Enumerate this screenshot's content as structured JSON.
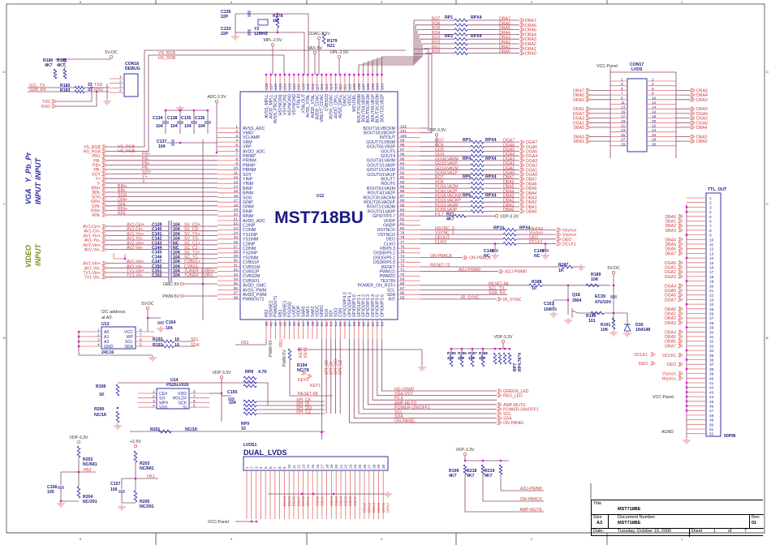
{
  "frame": {
    "cols": [
      "5",
      "4",
      "3",
      "2",
      "1"
    ],
    "rows": [
      "D",
      "C",
      "B"
    ]
  },
  "title_block": {
    "title_label": "Title",
    "title": "MST718BE",
    "size_label": "Size",
    "size": "A3",
    "docnum_label": "Document Number",
    "docnum": "MST718BE",
    "rev_label": "Rev",
    "rev": "01",
    "date_label": "Date:",
    "date": "Tuesday, October 10, 2006",
    "sheet_label": "Sheet",
    "sheet": "1",
    "of_label": "of",
    "sheet_total": "7"
  },
  "chip": {
    "ref": "U12",
    "part": "MST718BU",
    "left_pins": [
      [
        "1",
        "AVSS_ADC"
      ],
      [
        "2",
        "VMID"
      ],
      [
        "3",
        "VCLAMP"
      ],
      [
        "4",
        "VRM"
      ],
      [
        "5",
        "VRP"
      ],
      [
        "6",
        "AVDD_ADC"
      ],
      [
        "7",
        "PRINP"
      ],
      [
        "8",
        "PRINM"
      ],
      [
        "9",
        "PBINP"
      ],
      [
        "10",
        "PBINM"
      ],
      [
        "11",
        "SOY"
      ],
      [
        "12",
        "YINP"
      ],
      [
        "13",
        "YINM"
      ],
      [
        "14",
        "BINP"
      ],
      [
        "15",
        "BINM"
      ],
      [
        "16",
        "SOG"
      ],
      [
        "17",
        "GINP"
      ],
      [
        "18",
        "GINM"
      ],
      [
        "19",
        "RINP"
      ],
      [
        "20",
        "RINM"
      ],
      [
        "21",
        "AVDD_ADC"
      ],
      [
        "22",
        "C1INP"
      ],
      [
        "23",
        "C1INM"
      ],
      [
        "24",
        "YS1INP"
      ],
      [
        "25",
        "YS1INM"
      ],
      [
        "26",
        "C2INP"
      ],
      [
        "27",
        "C2INM"
      ],
      [
        "28",
        "YS2INP"
      ],
      [
        "29",
        "YS2INM"
      ],
      [
        "30",
        "CVBS1P"
      ],
      [
        "31",
        "CVBS1M"
      ],
      [
        "32",
        "CVBS2P"
      ],
      [
        "33",
        "CVBS2M"
      ],
      [
        "34",
        "CVBSO1"
      ],
      [
        "35",
        "AVDD_GMC"
      ],
      [
        "36",
        "AVSS_PWM"
      ],
      [
        "37",
        "AVDD_PWM"
      ],
      [
        "38",
        "PWMOUT2"
      ]
    ],
    "right_pins": [
      [
        "102",
        "BOUT1/LVBCKM"
      ],
      [
        "101",
        "BOUT0/LVBCKP"
      ],
      [
        "100",
        "INTOUT"
      ],
      [
        "99",
        "GOUT7/LVB3M"
      ],
      [
        "98",
        "GOUT6/LVB3P"
      ],
      [
        "97",
        "GOUT5"
      ],
      [
        "96",
        "GOUT4"
      ],
      [
        "95",
        "GOUT3/LVA0M"
      ],
      [
        "94",
        "GOUT2/LVA0P"
      ],
      [
        "93",
        "GOUT1/LVA1M"
      ],
      [
        "92",
        "GOUT0/LVA1P"
      ],
      [
        "91",
        "ROUT7"
      ],
      [
        "90",
        "ROUT6"
      ],
      [
        "89",
        "ROUT5/LVA2M"
      ],
      [
        "88",
        "ROUT4/LVA2P"
      ],
      [
        "87",
        "ROUT3/LVACKM"
      ],
      [
        "86",
        "ROUT2/LVACKP"
      ],
      [
        "85",
        "ROUT1/LVA3M"
      ],
      [
        "84",
        "ROUT0/LVA3P"
      ],
      [
        "83",
        "GPIO7/P3.7"
      ],
      [
        "82",
        "VDDP"
      ],
      [
        "81",
        "GNDP"
      ],
      [
        "80",
        "HSYNCO"
      ],
      [
        "79",
        "VSYNCO"
      ],
      [
        "78",
        "DEO"
      ],
      [
        "77",
        "CLKO"
      ],
      [
        "76",
        "FB/P5.3"
      ],
      [
        "75",
        "OSDB/P5.2"
      ],
      [
        "74",
        "OSDG/P5.1"
      ],
      [
        "73",
        "OSDR/P5.0"
      ],
      [
        "72",
        "RESET"
      ],
      [
        "71",
        "PWM1D"
      ],
      [
        "70",
        "PWM2D"
      ],
      [
        "69",
        "TESTIN"
      ],
      [
        "68",
        "POWER_ON_RSTn"
      ],
      [
        "67",
        "SCL"
      ],
      [
        "66",
        "SDA"
      ],
      [
        "65",
        "INT"
      ]
    ],
    "top_pins": [
      [
        "128",
        "AVSS_MPLL"
      ],
      [
        "127",
        "AVDD_MPLL"
      ],
      [
        "126",
        "AVSS_PSCPLL"
      ],
      [
        "125",
        "HSYNCIN1"
      ],
      [
        "124",
        "VSYNCIN1"
      ],
      [
        "123",
        "HSYNCIN2"
      ],
      [
        "122",
        "VSYNCIN2"
      ],
      [
        "121",
        "XTALIN"
      ],
      [
        "120",
        "XTALOUT"
      ],
      [
        "119",
        "AVSS_XTAL"
      ],
      [
        "118",
        "AVDD_XTAL"
      ],
      [
        "117",
        "AVDD_CDAC"
      ],
      [
        "116",
        "VREXT_CDAC"
      ],
      [
        "115",
        "CVBSO3"
      ],
      [
        "114",
        "AVSS_CDAC"
      ],
      [
        "113",
        "AVDD_OPLL"
      ],
      [
        "112",
        "AVSS_OPLL"
      ],
      [
        "111",
        "GNDC"
      ],
      [
        "110",
        "VDDC"
      ],
      [
        "109",
        "MCUSEL"
      ],
      [
        "108",
        "BOUT7/LVB0M"
      ],
      [
        "107",
        "BOUT6/LVB0P"
      ],
      [
        "106",
        "BOUT5/LVB1M"
      ],
      [
        "105",
        "BOUT4/LVB1P"
      ],
      [
        "104",
        "BOUT3/LVB2M"
      ],
      [
        "103",
        "BOUT2/LVB2P"
      ]
    ],
    "bottom_pins": [
      [
        "39",
        "FB2"
      ],
      [
        "40",
        "SENSE2"
      ],
      [
        "41",
        "PWMOUT1"
      ],
      [
        "42",
        "FB1"
      ],
      [
        "43",
        "SENSE1"
      ],
      [
        "44",
        "PGOOD"
      ],
      [
        "45",
        "UVDP"
      ],
      [
        "46",
        "VDDP"
      ],
      [
        "47",
        "SAR0"
      ],
      [
        "48",
        "SAR1"
      ],
      [
        "49",
        "SAR2"
      ],
      [
        "50",
        "VDDC"
      ],
      [
        "51",
        "GNDC"
      ],
      [
        "52",
        "SCK"
      ],
      [
        "53",
        "SDI"
      ],
      [
        "54",
        "SDO"
      ],
      [
        "55",
        "CSN"
      ],
      [
        "56",
        "GPIO24/P4.0"
      ],
      [
        "57",
        "GPIO25/P4.1"
      ],
      [
        "58",
        "GPIO0/P3.0"
      ],
      [
        "59",
        "GPIO1/P3.1"
      ],
      [
        "60",
        "GPIO2/P3.2"
      ],
      [
        "61",
        "GPIO3/P3.3"
      ],
      [
        "62",
        "GPIO4/P3.4"
      ],
      [
        "63",
        "GPIO5/P3.5"
      ],
      [
        "64",
        "GPIO6/P3.6"
      ]
    ]
  },
  "left_headings": {
    "ypbpr": "Y_Pb_Pr",
    "vga": "VGA",
    "input1": "INPUT",
    "input2": "INPUT",
    "video": "VIDEO",
    "input3": "INPUT"
  },
  "vga_ports": [
    "VS_RGB",
    "HS_RGB",
    "PR+",
    "PR-",
    "PB+",
    "PB-",
    "SOY",
    "Y+",
    "Y-",
    "BIN+",
    "BIN-",
    "SOG",
    "GIN+",
    "GIN-",
    "RIN+",
    "RIN-"
  ],
  "av_rows": [
    {
      "port": "AV1-Cin+",
      "net": "AV1-Cin+",
      "cap": "C139",
      "val": "104",
      "out": "SV_CD+"
    },
    {
      "port": "AV1-Cin-",
      "net": "AV1-Cin-",
      "cap": "C140",
      "val": "104",
      "out": "SV_CD-"
    },
    {
      "port": "AV1-Yin+",
      "net": "AV1-Yin+",
      "cap": "C141",
      "val": "104",
      "out": "SV_YS+"
    },
    {
      "port": "AV1-Yin-",
      "net": "AV1-Yin-",
      "cap": "C142",
      "val": "104",
      "out": "SV_YS-"
    },
    {
      "port": "AV2-Vin+",
      "net": "AV2-Vin+",
      "cap": "C143",
      "val": "NC",
      "out": "SC_C1+"
    },
    {
      "port": "AV2-Vin-",
      "net": "AV2-Vin-",
      "cap": "C144",
      "val": "NC",
      "out": "SC_C1-"
    },
    {
      "port": "",
      "net": "",
      "cap": "C145",
      "val": "104",
      "out": "SC_Y1+"
    },
    {
      "port": "",
      "net": "",
      "cap": "C146",
      "val": "104",
      "out": "SC_Y1-"
    },
    {
      "port": "AV1-Vin+",
      "net": "AV1-Vin+",
      "cap": "C147",
      "val": "104",
      "out": "CVBS1+"
    },
    {
      "port": "AV1-Vin-",
      "net": "AV1-Vin-",
      "cap": "C150",
      "val": "104",
      "out": "CVBS1-"
    },
    {
      "port": "TV1-Vin+",
      "net": "TV1-Vin+",
      "cap": "C151",
      "val": "104",
      "out": "TUNER_CVBS+"
    },
    {
      "port": "TV1-Vin-",
      "net": "TV1-Vin-",
      "cap": "C152",
      "val": "104",
      "out": "TUNER_CVBS-"
    }
  ],
  "power_labels": {
    "gmc": "GMC-5V",
    "pwm": "PWM-5V",
    "adc": "ADC-2.5V",
    "v5dc": "5V-DC",
    "mpl": "MPL-2.5V",
    "cdac": "CDAC-2.5V",
    "vax": "VAX-5V",
    "opl": "OPL-2.5V",
    "vdp1": "VDP-3.3V",
    "v25": "+2.5V",
    "vdp_r21": "VDP-3.3V",
    "vdp_top": "VDP-3.3V"
  },
  "debug": {
    "r180": "R180",
    "r180v": "4K7",
    "r181": "R181",
    "r181v": "4K7",
    "con": "CON16",
    "con_name": "DEBUG",
    "pins": [
      "1",
      "2",
      "3",
      "4"
    ],
    "scl": "SCL_TX",
    "sda": "SDA_RX",
    "r182": "R182",
    "r183": "R183",
    "v33a": "33",
    "v33b": "33",
    "txd_net": "TXD",
    "rxd_net": "RXD",
    "txd_port": "TXD",
    "rxd_port": "RXD",
    "vs": "VS_RGB",
    "hs": "HS_RGB"
  },
  "decoupling": [
    {
      "ref": "C134",
      "val": "104"
    },
    {
      "ref": "C138",
      "val": "104"
    },
    {
      "ref": "C135",
      "val": "104"
    },
    {
      "ref": "C136",
      "val": "104"
    },
    {
      "ref": "C137",
      "val": "104"
    }
  ],
  "crystal": {
    "c130": "C130",
    "c130v": "22P",
    "c133": "C133",
    "c133v": "22P",
    "y2": "Y2",
    "y2v": "12MHZ",
    "r178": "R178",
    "r178v": "1M",
    "r179": "R179",
    "r179v": "R21"
  },
  "rp_top": {
    "rp1": "RP1",
    "rp2": "RP2",
    "rp1v": "RPX4",
    "rp2v": "RPX4",
    "left": [
      "BO7",
      "BO6",
      "BO5",
      "BO4",
      "BO3",
      "BO2",
      "BO1",
      "BO0"
    ],
    "right": [
      "DRA7",
      "DRA6",
      "DRA5",
      "DRA4",
      "DRA3",
      "DRA2",
      "DRA1",
      "DRA0"
    ],
    "ports": [
      "DRA7",
      "DRA6",
      "DRA5",
      "DRA4",
      "DRA3",
      "DRA2",
      "DRA1",
      "DRA0"
    ]
  },
  "rp_mid": {
    "refs": [
      "RP3",
      "RP4",
      "RP5",
      "RP6"
    ],
    "val": "RPX4",
    "left": [
      "GO7",
      "GO6",
      "GO5",
      "GO4",
      "GO3/LVA0M",
      "GO2/LVA0P",
      "GO1/LVA1M",
      "GO0/LVA1P",
      "RO7",
      "RO6",
      "RO5/LVA2M",
      "RO4/LVA2P",
      "RO3/LVACKM",
      "RO2/LVACKP",
      "RO1/LVA3M",
      "RO0/LVA3P"
    ],
    "right": [
      "DGA7",
      "DGA6",
      "DGA5",
      "DGA4",
      "DGA3",
      "DGA2",
      "DGA1",
      "DGA0",
      "DBA7",
      "DBA6",
      "DBA5",
      "DBA4",
      "DBA3",
      "DBA2",
      "DBA1",
      "DBA0"
    ],
    "ports": [
      "DGA7",
      "DGA6",
      "DGA5",
      "DGA4",
      "DGA3",
      "DGA2",
      "DGA1",
      "DGA0",
      "DBA7",
      "DBA6",
      "DBA5",
      "DBA4",
      "DBA3",
      "DBA2",
      "DBA1",
      "DBA0"
    ],
    "p37": "P3.7",
    "r21": "R21",
    "r21v": "4K7"
  },
  "rp10": {
    "ref": "RP10",
    "val": "RPX4",
    "left": [
      "HSYNC_0",
      "VSYNC_0",
      "DEOUT",
      "CLKO"
    ],
    "right": [
      "Hsynco",
      "Vsynco",
      "DEO",
      "DCLK1"
    ],
    "ports": [
      "Hsynco",
      "Vsynco",
      "DEO",
      "DCLK1"
    ]
  },
  "misc_right": {
    "on_pback": "ON-PBACK",
    "on_pback_port": "ON-PBACK",
    "reset72": "RESET-72",
    "adj": "ADJ-PWM0",
    "adj_port": "ADJ-PWM0",
    "reset68": "RESET-68",
    "scl_tx": "SCL_TX",
    "sda_rx": "SDA_RX",
    "ir": "IR_SYNC",
    "ir_port": "IR_SYNC",
    "c148": "C148",
    "c148v": "NC",
    "c149": "C149",
    "c149v": "NC",
    "r187": "R187",
    "r187v": "1K",
    "r188": "R188",
    "r188v": "10",
    "r189": "R189",
    "r189v": "10K",
    "q18": "Q18",
    "q18v": "3904",
    "c153": "C153",
    "c153v": "104",
    "ec39": "EC39",
    "ec39v": "47U/16V",
    "r190": "R190",
    "r190v": "101",
    "r191": "R191",
    "r191v": "10K",
    "d30": "D30",
    "d30v": "1N4148",
    "v5dc": "5V-DC"
  },
  "con17": {
    "ref": "CON17",
    "name": "LVDS",
    "vcc": "VCC-Panel",
    "left_nums": [
      "1",
      "3",
      "5",
      "7",
      "9",
      "11",
      "13",
      "15",
      "17",
      "19",
      "21",
      "23",
      "25",
      "27",
      "29"
    ],
    "right_nums": [
      "2",
      "4",
      "6",
      "8",
      "10",
      "12",
      "14",
      "16",
      "18",
      "20",
      "22",
      "24",
      "26",
      "28",
      "30"
    ],
    "left_nets": {
      "3": "DRA7",
      "4": "DRA5",
      "5": "DRA3",
      "7": "DRA1",
      "8": "DGA7",
      "9": "DGA3",
      "10": "DGA1",
      "11": "DBA5",
      "13": "DBA3",
      "14": "DBA1"
    },
    "right_nets": {
      "3": "DRA6",
      "4": "DRA4",
      "5": "DRA2",
      "7": "DRA0",
      "8": "DGA6",
      "9": "DGA2",
      "10": "DGA0",
      "11": "DBA4",
      "13": "DBA2",
      "14": "DBA0"
    }
  },
  "ttl_out": {
    "ref": "TTL_OUT",
    "pins_label": "50PIN",
    "agnd": "AGND",
    "vcc": "VCC-Panel",
    "nets": {
      "5": "DBA0",
      "6": "DBA1",
      "7": "DBA2",
      "8": "DBA3",
      "10": "DBA4",
      "11": "DBA5",
      "12": "DBA6",
      "13": "DBA7",
      "15": "DGA0",
      "16": "DGA1",
      "17": "DGA2",
      "18": "DGA3",
      "20": "DGA4",
      "21": "DGA5",
      "22": "DGA6",
      "23": "DGA7",
      "25": "DRA0",
      "26": "DRA1",
      "27": "DRA2",
      "28": "DRA3",
      "30": "DRA4",
      "31": "DRA5",
      "32": "DRA6",
      "33": "DRA7",
      "35": "DCLK1",
      "37": "DEO",
      "39": "Vsynco",
      "40": "Hsynco"
    },
    "dclk_port": "DCLK1",
    "deo_port": "DEO"
  },
  "eeprom": {
    "note1": "I2C address",
    "note2": "at A0.",
    "ref": "U13",
    "part": "24C16",
    "left": [
      [
        "1",
        "A0"
      ],
      [
        "2",
        "A1"
      ],
      [
        "3",
        "A2"
      ],
      [
        "4",
        "GND"
      ]
    ],
    "right": [
      [
        "8",
        "VCC"
      ],
      [
        "7",
        "WP"
      ],
      [
        "6",
        "SCL"
      ],
      [
        "5",
        "SDA"
      ]
    ],
    "c154": "C154",
    "c154v": "104",
    "r192": "R192",
    "r193": "R193",
    "r192v": "10",
    "r193v": "10",
    "scl": "SCL",
    "sda": "SDA",
    "fb2": "FB2"
  },
  "flash": {
    "ref": "U14",
    "part": "PS25LV020",
    "left": [
      [
        "1",
        "CE#"
      ],
      [
        "2",
        "SO"
      ],
      [
        "3",
        "WP#"
      ],
      [
        "4",
        "VSS"
      ]
    ],
    "right": [
      [
        "8",
        "VDD"
      ],
      [
        "7",
        "HOLD#"
      ],
      [
        "6",
        "SCK"
      ],
      [
        "5",
        "SI"
      ]
    ],
    "c155": "C155",
    "c155v": "104",
    "rp8": "RP8",
    "rp8v": "4.7K",
    "rp9": "RP9",
    "rp9v": "33",
    "r199": "R199",
    "r199v": "1K",
    "r200": "R200",
    "r200v": "NC/1K",
    "r201": "R201",
    "r201v": "NC/1K",
    "spi": [
      "SPI_CK",
      "SPI_DI",
      "SPI_DO",
      "SPI_CZ"
    ]
  },
  "bottom_mid": {
    "fb2": "FB2",
    "fb1": "FB1",
    "pwm5v_a": "PWM-5V",
    "pwm5v_b": "PWM-5V",
    "r194": "R194",
    "r194v": "NC/78",
    "key0": "KEY0",
    "key1": "KEY1",
    "key0_port": "KEY0",
    "key1_port": "KEY1",
    "reset68": "RESET-68",
    "spi_v": [
      "SPI_CK",
      "SPI_DI",
      "SPI_DO",
      "SPI_CZ"
    ]
  },
  "gpio_nets": {
    "rp7": "RP7",
    "rp7v": "RP4.7K*4",
    "resistors": [
      [
        "R195",
        "4K7"
      ],
      [
        "R196",
        "4K7"
      ],
      [
        "R197",
        "4K7"
      ],
      [
        "R198",
        "4K7"
      ]
    ],
    "left": [
      "HD-VSW0",
      "VGA-VST",
      "P0.4",
      "AMP-MUTE",
      "POWER-ON/OFF1",
      "SCL",
      "SDA",
      "ON-PANEL"
    ],
    "ports": [
      "GREEN_LED",
      "RED_LED",
      "",
      "AMP-MUTE",
      "POWER-ON/OFF1",
      "SCL",
      "SDA",
      "ON-PANEL"
    ]
  },
  "fb_circuits": {
    "r202": "R202",
    "r202v": "NC/681",
    "r204": "R204",
    "r204v": "NC/391",
    "c156": "C156",
    "c156v": "105",
    "fb2": "FB2",
    "r203": "R203",
    "r203v": "NC/681",
    "r205": "R205",
    "r205v": "NC/391",
    "c157": "C157",
    "c157v": "105",
    "fb1": "FB1"
  },
  "lvds": {
    "ref": "LVDS1",
    "name": "DUAL_LVDS",
    "vcc": "VCC-Panel",
    "nets": [
      "DGA4",
      "DGA5",
      "DGA6",
      "DGA7",
      "DRA0",
      "DRA1",
      "DBA0",
      "DBA1",
      "DBA2",
      "DBA3",
      "DBA4",
      "DBA5",
      "DBA6",
      "DBA7",
      "DRA2",
      "DRA3",
      "DRA4",
      "DRA5",
      "DRA6",
      "DRA7"
    ]
  },
  "pullups": {
    "vdp": "VDP-3.3V",
    "r": [
      [
        "R199",
        "4K7"
      ],
      [
        "R218",
        "4K7"
      ],
      [
        "R219",
        "4K7"
      ]
    ],
    "nets": [
      "ADJ-PWM0",
      "ON-PBACK",
      "AMP-MUTE"
    ]
  },
  "colors": {
    "wire": "#8a4a6a",
    "net": "#d03a3a",
    "part": "#1a1a80",
    "junction": "#e000e0",
    "pin": "#e07070"
  }
}
